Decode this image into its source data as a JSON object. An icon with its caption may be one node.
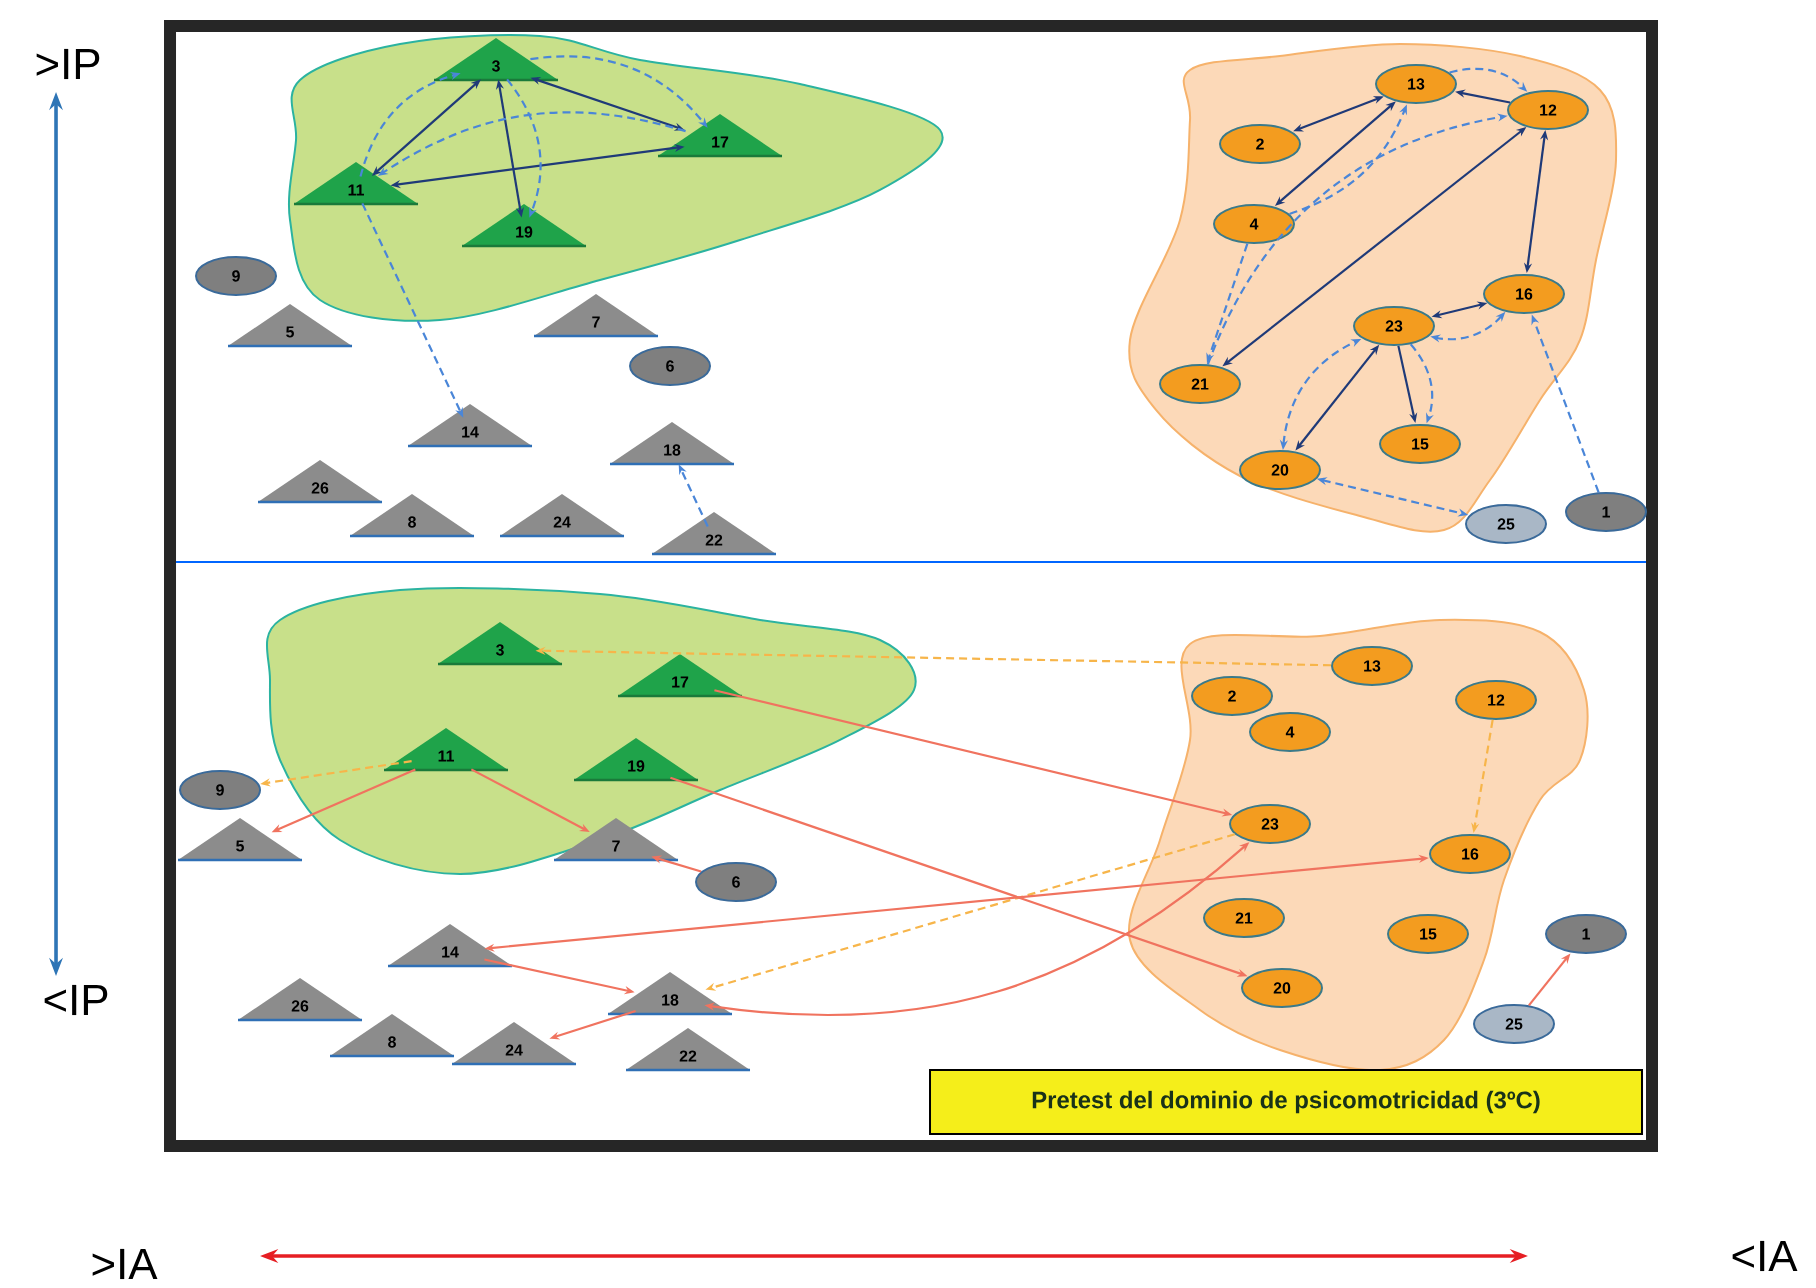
{
  "diagram": {
    "nodes": [
      {
        "text": [],
        "shape": "blob"
      },
      {
        "text": [
          "3"
        ],
        "in": 0
      },
      {
        "text": [
          "17"
        ],
        "in": 0
      },
      {
        "text": [
          "11"
        ],
        "in": 0
      },
      {
        "text": [
          "19"
        ],
        "in": 0
      },
      {
        "text": [
          "9"
        ]
      },
      {
        "text": [
          "5"
        ]
      },
      {
        "text": [
          "7"
        ]
      },
      {
        "text": [
          "6"
        ]
      },
      {
        "text": [
          "14"
        ]
      },
      {
        "text": [
          "18"
        ]
      },
      {
        "text": [
          "26"
        ]
      },
      {
        "text": [
          "8"
        ]
      },
      {
        "text": [
          "24"
        ]
      },
      {
        "text": [
          "22"
        ]
      },
      {
        "text": [],
        "shape": "blob"
      },
      {
        "text": [
          "13"
        ],
        "in": 15
      },
      {
        "text": [
          "12"
        ],
        "in": 15
      },
      {
        "text": [
          "2"
        ],
        "in": 15
      },
      {
        "text": [
          "4"
        ],
        "in": 15
      },
      {
        "text": [
          "16"
        ],
        "in": 15
      },
      {
        "text": [
          "23"
        ],
        "in": 15
      },
      {
        "text": [
          "21"
        ],
        "in": 15
      },
      {
        "text": [
          "15"
        ],
        "in": 15
      },
      {
        "text": [
          "20"
        ],
        "in": 15
      },
      {
        "text": [
          "25"
        ]
      },
      {
        "text": [
          "1"
        ]
      },
      {
        "text": [],
        "shape": "blob"
      },
      {
        "text": [
          "3"
        ],
        "in": 27
      },
      {
        "text": [
          "17"
        ],
        "in": 27
      },
      {
        "text": [
          "11"
        ],
        "in": 27
      },
      {
        "text": [
          "19"
        ],
        "in": 27
      },
      {
        "text": [
          "9"
        ]
      },
      {
        "text": [
          "5"
        ]
      },
      {
        "text": [
          "7"
        ]
      },
      {
        "text": [
          "6"
        ]
      },
      {
        "text": [
          "14"
        ]
      },
      {
        "text": [
          "26"
        ]
      },
      {
        "text": [
          "18"
        ]
      },
      {
        "text": [
          "8"
        ]
      },
      {
        "text": [
          "24"
        ]
      },
      {
        "text": [
          "22"
        ]
      },
      {
        "text": [],
        "shape": "blob"
      },
      {
        "text": [
          "13"
        ],
        "in": 42
      },
      {
        "text": [
          "2"
        ],
        "in": 42
      },
      {
        "text": [
          "12"
        ],
        "in": 42
      },
      {
        "text": [
          "4"
        ],
        "in": 42
      },
      {
        "text": [
          "23"
        ],
        "in": 42
      },
      {
        "text": [
          "16"
        ],
        "in": 42
      },
      {
        "text": [
          "21"
        ],
        "in": 42
      },
      {
        "text": [
          "15"
        ],
        "in": 42
      },
      {
        "text": [
          "20"
        ],
        "in": 42
      },
      {
        "text": [
          "1"
        ]
      },
      {
        "text": [
          "25"
        ]
      },
      {
        "text": [
          "Pretest del dominio de psicomotricidad (3ºC)"
        ]
      }
    ],
    "edges": [
      {
        "from": 1,
        "to": 3,
        "arrow": "both",
        "color": "#1f3a78"
      },
      {
        "from": 1,
        "to": 2,
        "arrow": "both",
        "color": "#1f3a78"
      },
      {
        "from": 1,
        "to": 4,
        "arrow": "both",
        "color": "#1f3a78"
      },
      {
        "from": 3,
        "to": 2,
        "arrow": "both",
        "color": "#1f3a78"
      },
      {
        "from": 3,
        "to": 1,
        "arrow": "to",
        "style": "dashed"
      },
      {
        "from": 1,
        "to": 2,
        "arrow": "to",
        "style": "dashed"
      },
      {
        "from": 2,
        "to": 3,
        "arrow": "to",
        "style": "dashed"
      },
      {
        "from": 1,
        "to": 4,
        "arrow": "to",
        "style": "dashed"
      },
      {
        "from": 3,
        "to": 9,
        "arrow": "to",
        "style": "dashed"
      },
      {
        "from": 14,
        "to": 10,
        "arrow": "to",
        "style": "dashed"
      },
      {
        "from": 16,
        "to": 18,
        "arrow": "both",
        "color": "#1f3a78"
      },
      {
        "from": 16,
        "to": 19,
        "arrow": "both",
        "color": "#1f3a78"
      },
      {
        "from": 17,
        "to": 16,
        "arrow": "to",
        "color": "#1f3a78"
      },
      {
        "from": 17,
        "to": 22,
        "arrow": "both",
        "color": "#1f3a78"
      },
      {
        "from": 17,
        "to": 20,
        "arrow": "both",
        "color": "#1f3a78"
      },
      {
        "from": 20,
        "to": 21,
        "arrow": "both",
        "color": "#1f3a78"
      },
      {
        "from": 21,
        "to": 24,
        "arrow": "both",
        "color": "#1f3a78"
      },
      {
        "from": 21,
        "to": 23,
        "arrow": "to",
        "color": "#1f3a78"
      },
      {
        "from": 16,
        "to": 17,
        "arrow": "to",
        "style": "dashed"
      },
      {
        "from": 19,
        "to": 16,
        "arrow": "to",
        "style": "dashed"
      },
      {
        "from": 19,
        "to": 22,
        "arrow": "to",
        "style": "dashed"
      },
      {
        "from": 22,
        "to": 17,
        "arrow": "to",
        "style": "dashed"
      },
      {
        "from": 20,
        "to": 21,
        "arrow": "both",
        "style": "dashed"
      },
      {
        "from": 24,
        "to": 21,
        "arrow": "both",
        "style": "dashed"
      },
      {
        "from": 21,
        "to": 23,
        "arrow": "to",
        "style": "dashed"
      },
      {
        "from": 24,
        "to": 25,
        "arrow": "both",
        "style": "dashed"
      },
      {
        "from": 26,
        "to": 20,
        "arrow": "to",
        "style": "dashed"
      },
      {
        "from": 43,
        "to": 28,
        "arrow": "to",
        "style": "dashed",
        "color": "#f7b54a"
      },
      {
        "from": 30,
        "to": 32,
        "arrow": "to",
        "style": "dashed",
        "color": "#f7b54a"
      },
      {
        "from": 45,
        "to": 48,
        "arrow": "to",
        "style": "dashed",
        "color": "#f7b54a"
      },
      {
        "from": 47,
        "to": 38,
        "arrow": "to",
        "style": "dashed",
        "color": "#f7b54a"
      },
      {
        "from": 29,
        "to": 47,
        "arrow": "to",
        "color": "#f0735f"
      },
      {
        "from": 31,
        "to": 51,
        "arrow": "to",
        "color": "#f0735f"
      },
      {
        "from": 30,
        "to": 33,
        "arrow": "to",
        "color": "#f0735f"
      },
      {
        "from": 30,
        "to": 34,
        "arrow": "to",
        "color": "#f0735f"
      },
      {
        "from": 35,
        "to": 34,
        "arrow": "to",
        "color": "#f0735f"
      },
      {
        "from": 36,
        "to": 48,
        "arrow": "both",
        "color": "#f0735f"
      },
      {
        "from": 38,
        "to": 47,
        "arrow": "both",
        "color": "#f0735f"
      },
      {
        "from": 36,
        "to": 38,
        "arrow": "to",
        "color": "#f0735f"
      },
      {
        "from": 38,
        "to": 40,
        "arrow": "to",
        "color": "#f0735f"
      },
      {
        "from": 53,
        "to": 52,
        "arrow": "to",
        "color": "#f0735f"
      }
    ],
    "labels": [
      ">IP",
      "<IP",
      ">IA",
      "<IA"
    ]
  }
}
